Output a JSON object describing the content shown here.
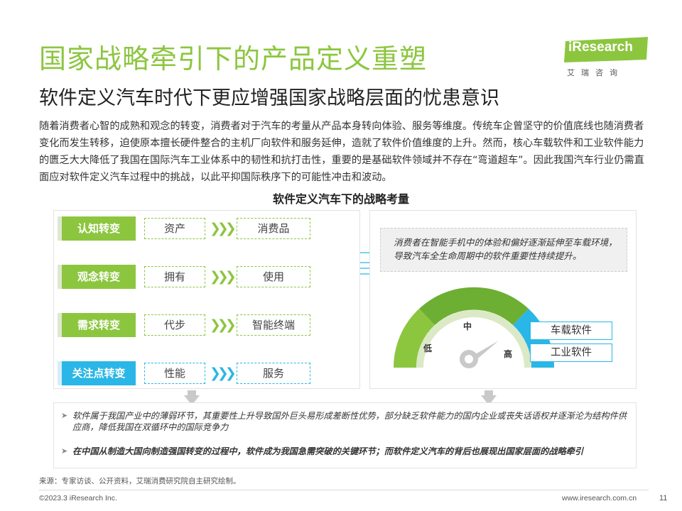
{
  "header": {
    "title": "国家战略牵引下的产品定义重塑",
    "subtitle": "软件定义汽车时代下更应增强国家战略层面的忧患意识"
  },
  "logo": {
    "text": "iResearch",
    "cn": "艾瑞咨询",
    "color": "#8cc63f"
  },
  "intro": "随着消费者心智的成熟和观念的转变，消费者对于汽车的考量从产品本身转向体验、服务等维度。传统车企曾坚守的价值底线也随消费者变化而发生转移，迫使原本擅长硬件整合的主机厂向软件和服务延伸，造就了软件价值维度的上升。然而，核心车载软件和工业软件能力的匮乏大大降低了我国在国际汽车工业体系中的韧性和抗打击性，重要的是基础软件领域并不存在“弯道超车”。因此我国汽车行业仍需直面应对软件定义汽车过程中的挑战，以此平抑国际秩序下的可能性冲击和波动。",
  "diagram": {
    "title": "软件定义汽车下的战略考量",
    "rows": [
      {
        "label": "认知转变",
        "from": "资产",
        "to": "消费品",
        "arrows": "❯❯❯"
      },
      {
        "label": "观念转变",
        "from": "拥有",
        "to": "使用",
        "arrows": "❯❯❯"
      },
      {
        "label": "需求转变",
        "from": "代步",
        "to": "智能终端",
        "arrows": "❯❯❯"
      },
      {
        "label": "关注点转变",
        "from": "性能",
        "to": "服务",
        "arrows": "❯❯❯"
      }
    ],
    "consumer_note": "消费者在智能手机中的体验和偏好逐渐延伸至车载环境，导致汽车全生命周期中的软件重要性持续提升。",
    "gauge": {
      "low": "低",
      "mid": "中",
      "high": "高"
    },
    "tags": [
      "车载软件",
      "工业软件"
    ],
    "colors": {
      "green": "#8cc63f",
      "blue": "#2ab6e6"
    }
  },
  "conclusions": [
    {
      "mark": "➤",
      "text": "软件属于我国产业中的薄弱环节，其重要性上升导致国外巨头易形成差断性优势，部分缺乏软件能力的国内企业或丧失话语权并逐渐沦为结构件供应商，降低我国在双循环中的国际竞争力"
    },
    {
      "mark": "➤",
      "text": "在中国从制造大国向制造强国转变的过程中，软件成为我国急需突破的关键环节；而软件定义汽车的背后也展现出国家层面的战略牵引"
    }
  ],
  "footer": {
    "source": "来源：专家访谈、公开资料，艾瑞消费研究院自主研究绘制。",
    "copyright": "©2023.3 iResearch Inc.",
    "website": "www.iresearch.com.cn",
    "page": "11"
  }
}
